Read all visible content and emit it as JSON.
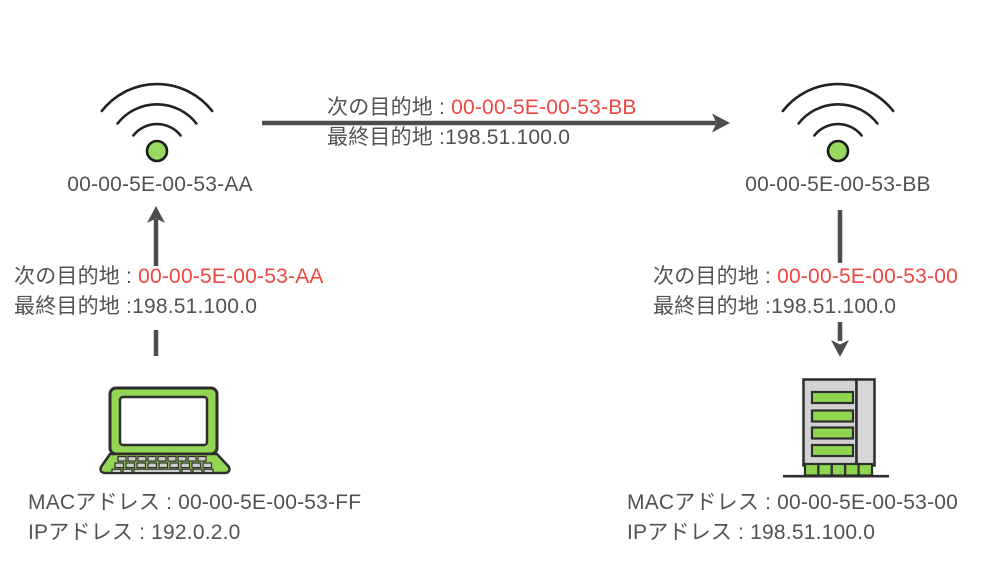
{
  "diagram": {
    "title": "mac-address-routing-diagram",
    "nodes": {
      "ap_left": {
        "mac": "00-00-5E-00-53-AA"
      },
      "ap_right": {
        "mac": "00-00-5E-00-53-BB"
      },
      "laptop": {
        "mac_label": "MACアドレス : ",
        "mac": "00-00-5E-00-53-FF",
        "ip_label": "IPアドレス : ",
        "ip": "192.0.2.0"
      },
      "building": {
        "mac_label": "MACアドレス : ",
        "mac": "00-00-5E-00-53-00",
        "ip_label": "IPアドレス : ",
        "ip": "198.51.100.0"
      }
    },
    "hops": {
      "laptop_to_ap_left": {
        "next_label": "次の目的地 : ",
        "next_mac": "00-00-5E-00-53-AA",
        "final_label": "最終目的地 :",
        "final_ip": "198.51.100.0"
      },
      "ap_left_to_ap_right": {
        "next_label": "次の目的地 : ",
        "next_mac": "00-00-5E-00-53-BB",
        "final_label": "最終目的地 :",
        "final_ip": "198.51.100.0"
      },
      "ap_right_to_building": {
        "next_label": "次の目的地 : ",
        "next_mac": "00-00-5E-00-53-00",
        "final_label": "最終目的地 :",
        "final_ip": "198.51.100.0"
      }
    },
    "colors": {
      "background": "#FFFFFF",
      "text_gray": "#525252",
      "accent_red": "#F04641",
      "device_green": "#94D858",
      "building_gray": "#D2D2D2",
      "arrow_gray": "#4D4D4D",
      "outline_black": "#2B2B2B"
    }
  }
}
